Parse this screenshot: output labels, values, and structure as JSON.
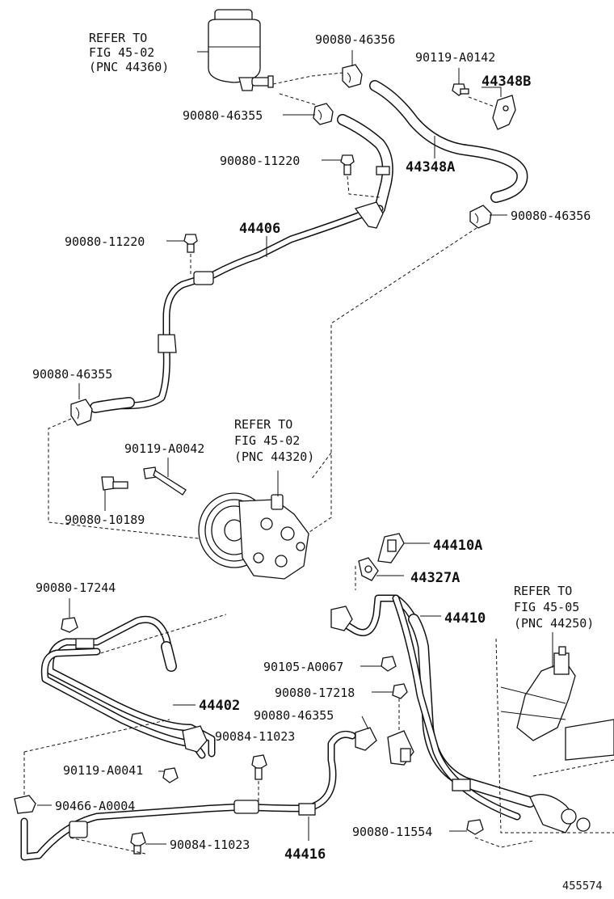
{
  "diagram_id": "455574",
  "labels": {
    "reservoir_ref_1": "REFER TO",
    "reservoir_ref_2": "FIG 45-02",
    "reservoir_ref_3": "(PNC 44360)",
    "clamp_top": "90080-46356",
    "bolt_top_right": "90119-A0142",
    "bracket": "44348B",
    "clamp_reservoir": "90080-46355",
    "bolt_upper": "90080-11220",
    "return_hose": "44348A",
    "clamp_right": "90080-46356",
    "tube_44406": "44406",
    "bolt_left": "90080-11220",
    "clamp_left": "90080-46355",
    "pump_ref_1": "REFER TO",
    "pump_ref_2": "FIG 45-02",
    "pump_ref_3": "(PNC 44320)",
    "pump_bolt_1": "90119-A0042",
    "pump_bolt_2": "90080-10189",
    "union": "44410A",
    "gasket": "44327A",
    "nut_left": "90080-17244",
    "pressure_tube": "44410",
    "gear_ref_1": "REFER TO",
    "gear_ref_2": "FIG 45-05",
    "gear_ref_3": "(PNC 44250)",
    "bolt_mid": "90105-A0067",
    "nut_mid": "90080-17218",
    "clamp_lower": "90080-46355",
    "tube_44402": "44402",
    "bolt_lower_mid": "90084-11023",
    "bolt_lower_left": "90119-A0041",
    "clip": "90466-A0004",
    "bolt_bottom": "90084-11023",
    "hose_44416": "44416",
    "bolt_bottom_right": "90080-11554"
  }
}
